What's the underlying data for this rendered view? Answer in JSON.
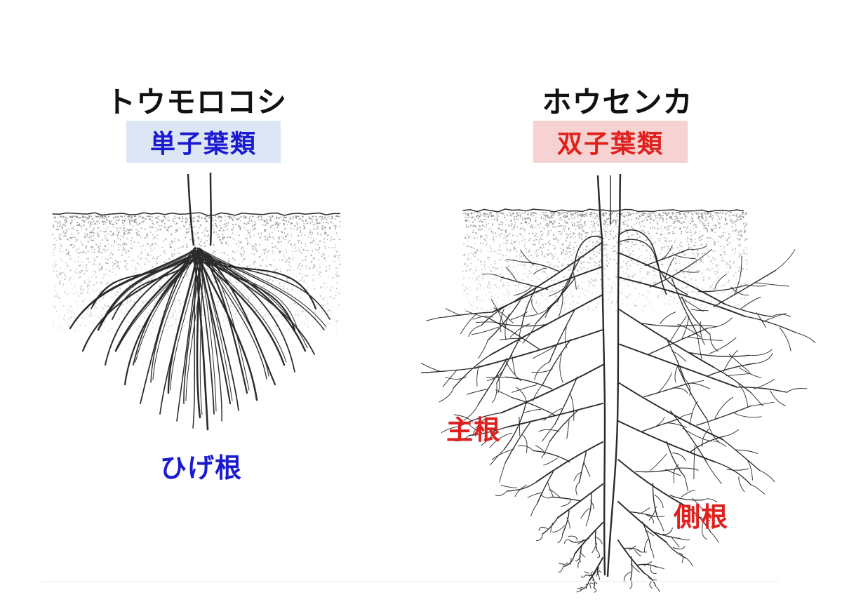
{
  "colors": {
    "monocot_label_text": "#1a1ad0",
    "monocot_label_bg": "#dde6f5",
    "dicot_label_text": "#e0201c",
    "dicot_label_bg": "#f6d2d2",
    "root_stroke": "#2b2b2b",
    "soil_dots": "#8a8a8a"
  },
  "left": {
    "plant_name": "トウモロコシ",
    "class_label": "単子葉類",
    "root_label": "ひげ根"
  },
  "right": {
    "plant_name": "ホウセンカ",
    "class_label": "双子葉類",
    "main_root_label": "主根",
    "lateral_root_label": "側根"
  }
}
